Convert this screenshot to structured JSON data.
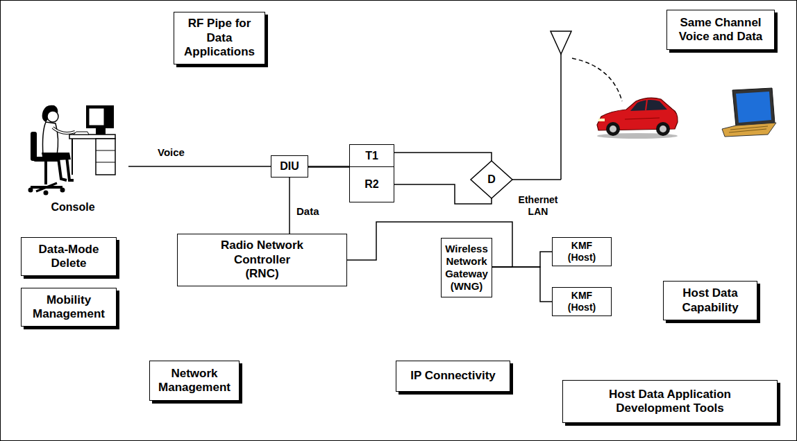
{
  "diagram": {
    "nodes": [
      {
        "text": [
          "RF Pipe for Data Applications"
        ]
      },
      {
        "text": [
          "Same Channel Voice and Data"
        ]
      },
      {
        "text": [
          "Console"
        ]
      },
      {
        "text": [
          "DIU"
        ]
      },
      {
        "text": [
          "T1"
        ]
      },
      {
        "text": [
          "R2"
        ]
      },
      {
        "text": [
          "D"
        ]
      },
      {
        "text": [
          "Data-Mode Delete"
        ]
      },
      {
        "text": [
          "Radio Network Controller (RNC)"
        ]
      },
      {
        "text": [
          "Wireless Network Gateway (WNG)"
        ]
      },
      {
        "text": [
          "KMF (Host)"
        ]
      },
      {
        "text": [
          "Host Data Capability"
        ]
      },
      {
        "text": [
          "KMF (Host)"
        ]
      },
      {
        "text": [
          "Mobility Management"
        ]
      },
      {
        "text": [
          "Network Management"
        ]
      },
      {
        "text": [
          "IP Connectivity"
        ]
      },
      {
        "text": [
          "Host Data Application Development Tools"
        ]
      }
    ],
    "edges": [
      {
        "from": 2,
        "to": 3,
        "label": "Voice",
        "arrow": "none"
      },
      {
        "from": 3,
        "to": 4,
        "arrow": "none"
      },
      {
        "from": 3,
        "to": 5,
        "arrow": "none"
      },
      {
        "from": 4,
        "to": 6,
        "arrow": "none"
      },
      {
        "from": 5,
        "to": 6,
        "arrow": "none"
      },
      {
        "from": 3,
        "to": 8,
        "label": "Data",
        "arrow": "none"
      },
      {
        "from": 8,
        "to": 9,
        "arrow": "none"
      },
      {
        "from": 9,
        "to": 10,
        "arrow": "none"
      },
      {
        "from": 9,
        "to": 12,
        "arrow": "none"
      }
    ],
    "labels": [
      "Ethernet LAN"
    ]
  }
}
